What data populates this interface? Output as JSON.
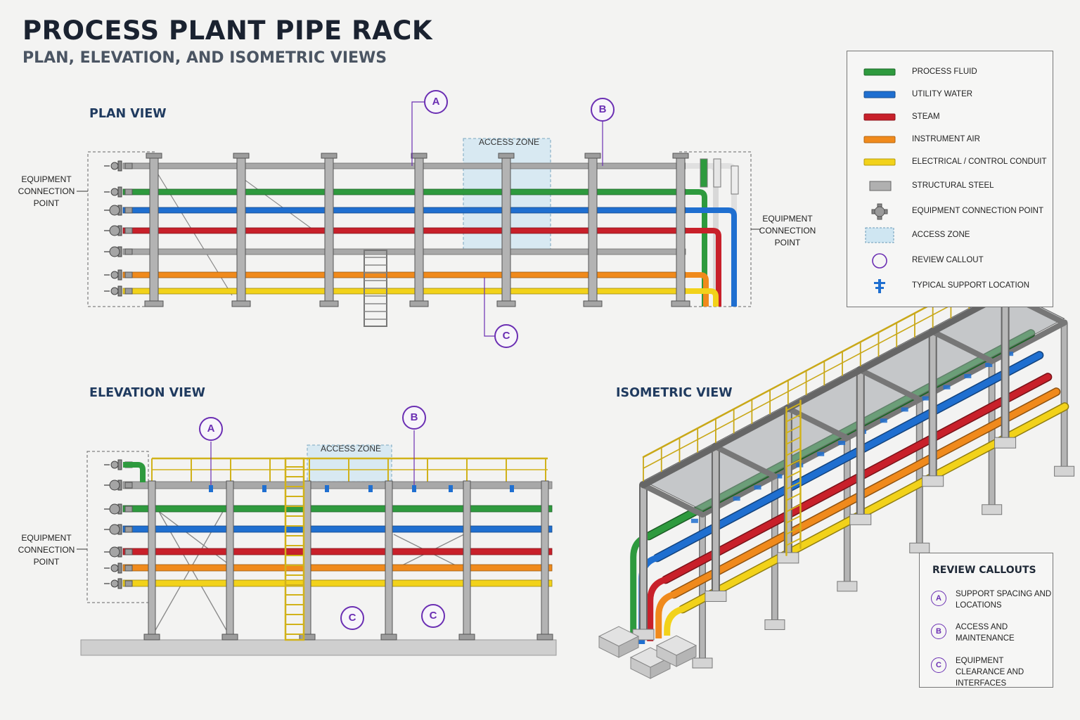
{
  "header": {
    "title": "PROCESS PLANT PIPE RACK",
    "subtitle": "PLAN, ELEVATION, AND ISOMETRIC VIEWS"
  },
  "colors": {
    "process_fluid": "#2e9a3e",
    "utility_water": "#1f6fd0",
    "steam": "#c8202a",
    "instrument_air": "#f08a1c",
    "electrical_conduit": "#f2d21a",
    "structural_steel": "#a8a8a8",
    "access_zone": "#cfe6f2",
    "callout": "#6b2fb3"
  },
  "views": {
    "plan": {
      "title": "PLAN VIEW",
      "access_zone_label": "ACCESS ZONE",
      "left_equipment_label": "EQUIPMENT CONNECTION POINT",
      "right_equipment_label": "EQUIPMENT CONNECTION POINT",
      "callouts": [
        "A",
        "B",
        "C"
      ]
    },
    "elevation": {
      "title": "ELEVATION VIEW",
      "access_zone_label": "ACCESS ZONE",
      "left_equipment_label": "EQUIPMENT CONNECTION POINT",
      "callouts": [
        "A",
        "B",
        "C",
        "C"
      ]
    },
    "isometric": {
      "title": "ISOMETRIC VIEW"
    }
  },
  "legend": {
    "items": [
      {
        "label": "PROCESS FLUID",
        "icon": "process-fluid-line"
      },
      {
        "label": "UTILITY WATER",
        "icon": "utility-water-line"
      },
      {
        "label": "STEAM",
        "icon": "steam-line"
      },
      {
        "label": "INSTRUMENT AIR",
        "icon": "instrument-air-line"
      },
      {
        "label": "ELECTRICAL / CONTROL CONDUIT",
        "icon": "conduit-line"
      },
      {
        "label": "STRUCTURAL STEEL",
        "icon": "steel-bar"
      },
      {
        "label": "EQUIPMENT CONNECTION POINT",
        "icon": "connection-point-icon"
      },
      {
        "label": "ACCESS ZONE",
        "icon": "access-zone-box"
      },
      {
        "label": "REVIEW CALLOUT",
        "icon": "review-callout-circle"
      },
      {
        "label": "TYPICAL SUPPORT LOCATION",
        "icon": "support-icon"
      }
    ]
  },
  "review_callouts": {
    "title": "REVIEW CALLOUTS",
    "items": [
      {
        "mark": "A",
        "text": "SUPPORT SPACING AND LOCATIONS"
      },
      {
        "mark": "B",
        "text": "ACCESS AND MAINTENANCE"
      },
      {
        "mark": "C",
        "text": "EQUIPMENT CLEARANCE AND INTERFACES"
      }
    ]
  }
}
